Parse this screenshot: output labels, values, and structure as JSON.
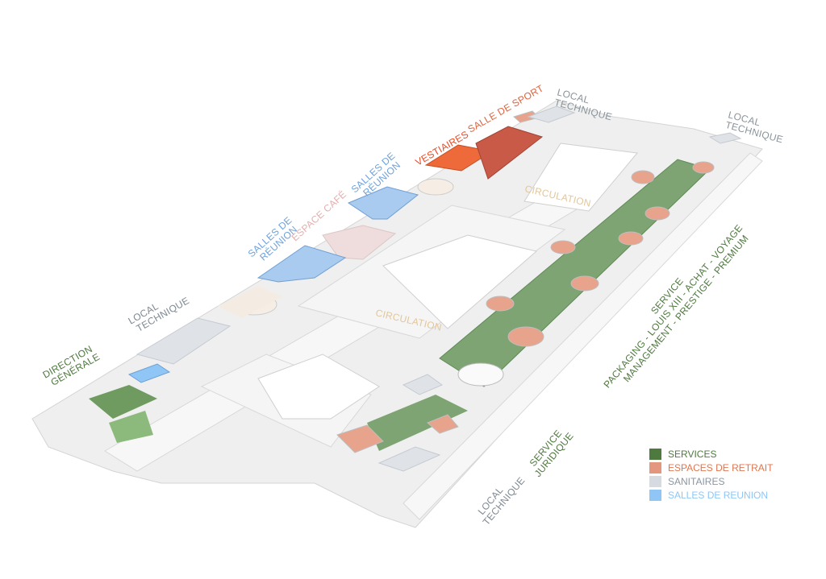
{
  "colors": {
    "services": "#4f7a3f",
    "retrait": "#e2977e",
    "sanitaires": "#d6dbe2",
    "reunion": "#8fc6f5",
    "vestiaires": "#ee6a3a",
    "sport": "#c95a48",
    "cafe": "#efdcdc",
    "circulation": "#e8cfa8",
    "gray_label": "#7f8a94",
    "green_band": "#7da472"
  },
  "labels": {
    "local_technique_top": [
      "LOCAL",
      "TECHNIQUE"
    ],
    "local_technique_right": [
      "LOCAL",
      "TECHNIQUE"
    ],
    "salle_de_sport": "SALLE DE SPORT",
    "vestiaires": "VESTIAIRES",
    "salles_reunion_1": [
      "SALLES DE",
      "RÉUNION"
    ],
    "espace_cafe": "ESPACE CAFÉ",
    "salles_reunion_2": [
      "SALLES DE",
      "RÉUNION"
    ],
    "local_technique_left": [
      "LOCAL",
      "TECHNIQUE"
    ],
    "direction_generale": [
      "DIRECTION",
      "GÉNÉRALE"
    ],
    "circulation_top": "CIRCULATION",
    "circulation_mid": "CIRCULATION",
    "service_juridique": [
      "SERVICE",
      "JURIDIQUE"
    ],
    "local_technique_bottom": [
      "LOCAL",
      "TECHNIQUE"
    ],
    "service_block": [
      "SERVICE",
      "PACKAGING - LOUIS XIII - ACHAT - VOYAGE",
      "MANAGEMENT - PRESTIGE - PREMIUM"
    ]
  },
  "legend": [
    {
      "label": "SERVICES",
      "color": "#4f7a3f",
      "text_color": "#4f7a3f"
    },
    {
      "label": "ESPACES DE RETRAIT",
      "color": "#e2977e",
      "text_color": "#e0764f"
    },
    {
      "label": "SANITAIRES",
      "color": "#d6dbe2",
      "text_color": "#8a96a2"
    },
    {
      "label": "SALLES DE REUNION",
      "color": "#8fc6f5",
      "text_color": "#8fc6f5"
    }
  ]
}
